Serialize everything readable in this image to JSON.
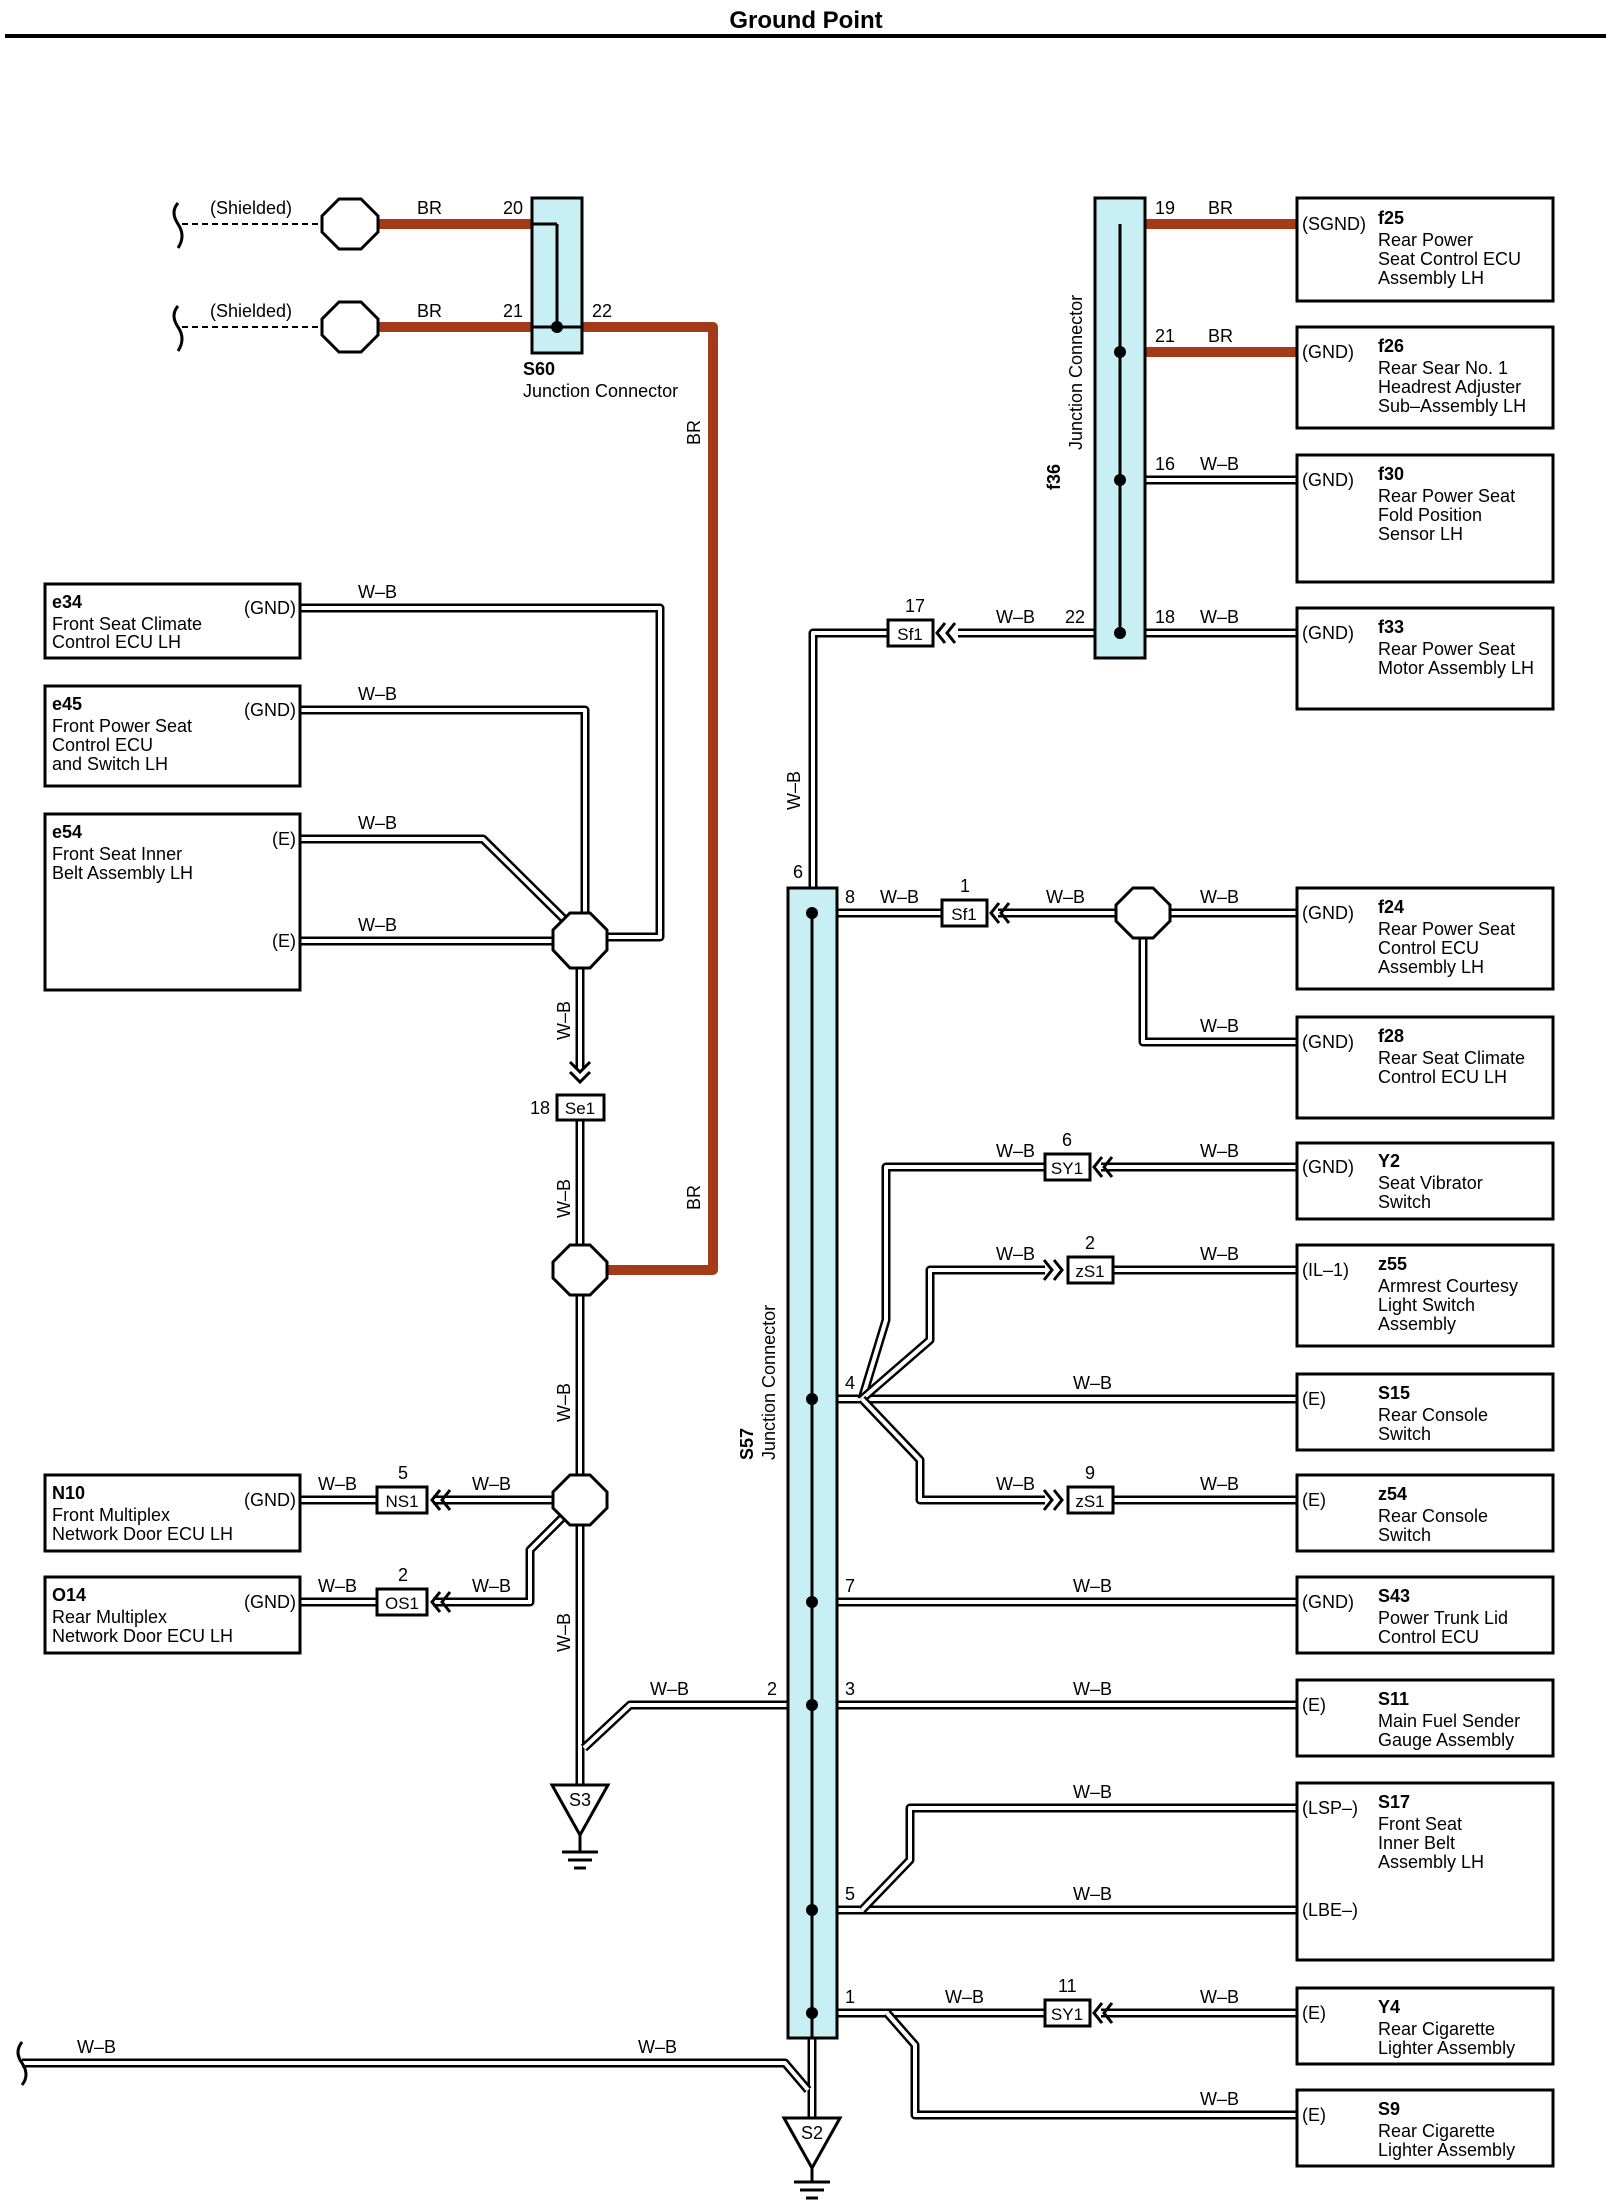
{
  "title": "Ground Point",
  "wire_labels": {
    "wb": "W–B",
    "br": "BR",
    "shielded": "(Shielded)"
  },
  "junctions": {
    "s60": {
      "code": "S60",
      "name": "Junction Connector",
      "pins": [
        "20",
        "21",
        "22"
      ]
    },
    "f36": {
      "code": "f36",
      "name": "Junction Connector",
      "pins": [
        "19",
        "21",
        "16",
        "22",
        "18"
      ]
    },
    "s57": {
      "code": "S57",
      "name": "Junction Connector",
      "pins": [
        "6",
        "8",
        "4",
        "7",
        "2",
        "3",
        "5",
        "1"
      ]
    }
  },
  "connectors_inline": {
    "sf1_top": {
      "code": "Sf1",
      "pin": "17"
    },
    "sf1_mid": {
      "code": "Sf1",
      "pin": "1"
    },
    "se1": {
      "code": "Se1",
      "pin": "18"
    },
    "sy1_top": {
      "code": "SY1",
      "pin": "6"
    },
    "zs1_a": {
      "code": "zS1",
      "pin": "2"
    },
    "zs1_b": {
      "code": "zS1",
      "pin": "9"
    },
    "ns1": {
      "code": "NS1",
      "pin": "5"
    },
    "os1": {
      "code": "OS1",
      "pin": "2"
    },
    "sy1_bot": {
      "code": "SY1",
      "pin": "11"
    }
  },
  "grounds": {
    "s3": "S3",
    "s2": "S2"
  },
  "left_components": [
    {
      "code": "e34",
      "lines": [
        "Front Seat Climate",
        "Control ECU LH"
      ],
      "terms": [
        "(GND)"
      ]
    },
    {
      "code": "e45",
      "lines": [
        "Front Power Seat",
        "Control ECU",
        "and Switch LH"
      ],
      "terms": [
        "(GND)"
      ]
    },
    {
      "code": "e54",
      "lines": [
        "Front Seat Inner",
        "Belt Assembly LH"
      ],
      "terms": [
        "(E)",
        "(E)"
      ]
    },
    {
      "code": "N10",
      "lines": [
        "Front Multiplex",
        "Network Door ECU LH"
      ],
      "terms": [
        "(GND)"
      ]
    },
    {
      "code": "O14",
      "lines": [
        "Rear Multiplex",
        "Network Door ECU LH"
      ],
      "terms": [
        "(GND)"
      ]
    }
  ],
  "right_components": [
    {
      "code": "f25",
      "lines": [
        "Rear Power",
        "Seat Control ECU",
        "Assembly LH"
      ],
      "terms": [
        "(SGND)"
      ]
    },
    {
      "code": "f26",
      "lines": [
        "Rear Sear No. 1",
        "Headrest Adjuster",
        "Sub–Assembly LH"
      ],
      "terms": [
        "(GND)"
      ]
    },
    {
      "code": "f30",
      "lines": [
        "Rear Power Seat",
        "Fold Position",
        "Sensor LH"
      ],
      "terms": [
        "(GND)"
      ]
    },
    {
      "code": "f33",
      "lines": [
        "Rear Power Seat",
        "Motor Assembly LH"
      ],
      "terms": [
        "(GND)"
      ]
    },
    {
      "code": "f24",
      "lines": [
        "Rear Power Seat",
        "Control ECU",
        "Assembly LH"
      ],
      "terms": [
        "(GND)"
      ]
    },
    {
      "code": "f28",
      "lines": [
        "Rear Seat Climate",
        "Control ECU LH"
      ],
      "terms": [
        "(GND)"
      ]
    },
    {
      "code": "Y2",
      "lines": [
        "Seat Vibrator",
        "Switch"
      ],
      "terms": [
        "(GND)"
      ]
    },
    {
      "code": "z55",
      "lines": [
        "Armrest Courtesy",
        "Light Switch",
        "Assembly"
      ],
      "terms": [
        "(IL–1)"
      ]
    },
    {
      "code": "S15",
      "lines": [
        "Rear Console",
        "Switch"
      ],
      "terms": [
        "(E)"
      ]
    },
    {
      "code": "z54",
      "lines": [
        "Rear Console",
        "Switch"
      ],
      "terms": [
        "(E)"
      ]
    },
    {
      "code": "S43",
      "lines": [
        "Power Trunk Lid",
        "Control ECU"
      ],
      "terms": [
        "(GND)"
      ]
    },
    {
      "code": "S11",
      "lines": [
        "Main Fuel Sender",
        "Gauge Assembly"
      ],
      "terms": [
        "(E)"
      ]
    },
    {
      "code": "S17",
      "lines": [
        "Front Seat",
        "Inner Belt",
        "Assembly LH"
      ],
      "terms": [
        "(LSP–)",
        "(LBE–)"
      ]
    },
    {
      "code": "Y4",
      "lines": [
        "Rear Cigarette",
        "Lighter Assembly"
      ],
      "terms": [
        "(E)"
      ]
    },
    {
      "code": "S9",
      "lines": [
        "Rear Cigarette",
        "Lighter Assembly"
      ],
      "terms": [
        "(E)"
      ]
    }
  ]
}
